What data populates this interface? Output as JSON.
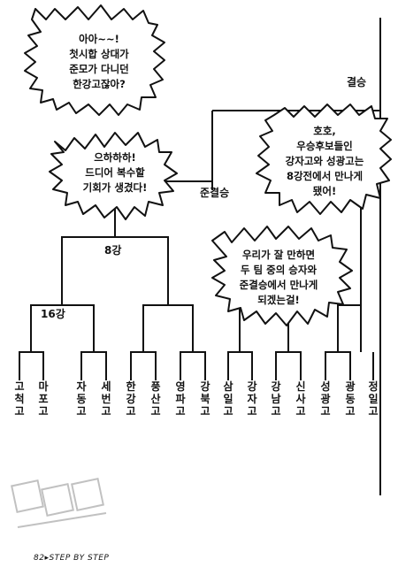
{
  "bracket": {
    "final_label": "결승",
    "semifinal_label": "준결승",
    "quarterfinal_label": "8강",
    "round16_label": "16강",
    "teams": [
      "고척고",
      "마포고",
      "자동고",
      "세번고",
      "한강고",
      "풍산고",
      "영파고",
      "강북고",
      "삼일고",
      "강자고",
      "강남고",
      "신사고",
      "성광고",
      "광동고",
      "정일고"
    ]
  },
  "bubbles": {
    "b1": [
      "아아~~!",
      "첫시합 상대가",
      "준모가 다니던",
      "한강고잖아?"
    ],
    "b2": [
      "호호,",
      "우승후보들인",
      "강자고와 성광고는",
      "8강전에서 만나게",
      "됐어!"
    ],
    "b3": [
      "으하하하!",
      "드디어 복수할",
      "기회가 생겼다!"
    ],
    "b4": [
      "우리가 잘 만하면",
      "두 팀 중의 승자와",
      "준결승에서 만나게",
      "되겠는걸!"
    ]
  },
  "footer": {
    "text": "82▸STEP BY STEP"
  },
  "colors": {
    "ink": "#111111",
    "paper": "#ffffff"
  }
}
